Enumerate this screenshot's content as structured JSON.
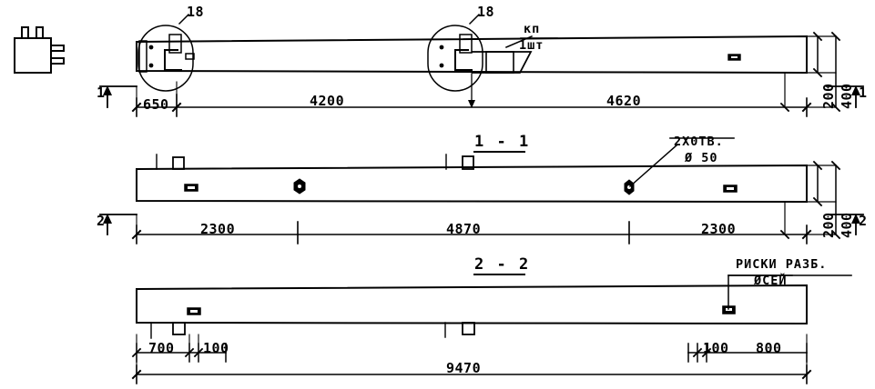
{
  "drawing": {
    "title": "Reinforced concrete beam — three views with dimensions",
    "line_color": "#000000",
    "background_color": "#ffffff"
  },
  "end_view_icon": {
    "name": "beam-end-view-pictogram"
  },
  "views": [
    {
      "id": "view-top",
      "section_label": "1 - 1",
      "detail_callouts": [
        {
          "id": "detail-left",
          "label": "18"
        },
        {
          "id": "detail-right",
          "label": "18"
        }
      ],
      "annotations": [
        {
          "id": "kp-note",
          "line1": "кп",
          "line2": "1шт"
        }
      ],
      "dimensions": {
        "horizontal": [
          "650",
          "4200",
          "4620"
        ],
        "vertical": [
          "200",
          "400"
        ]
      },
      "section_marks": [
        "1",
        "1"
      ]
    },
    {
      "id": "view-middle",
      "section_label": "2 - 2",
      "annotations": [
        {
          "id": "hole-note",
          "line1": "2Х0ТВ.",
          "line2": "Ø 50"
        }
      ],
      "dimensions": {
        "horizontal": [
          "2300",
          "4870",
          "2300"
        ],
        "vertical": [
          "200",
          "400"
        ]
      },
      "section_marks": [
        "2",
        "2"
      ]
    },
    {
      "id": "view-bottom",
      "annotations": [
        {
          "id": "risks-note",
          "line1": "РИСКИ РАЗБ.",
          "line2": "ØСЕЙ"
        }
      ],
      "dimensions": {
        "horizontal": [
          "700",
          "100",
          "100",
          "800"
        ],
        "overall": "9470"
      }
    }
  ],
  "labels": {
    "d18_left": "18",
    "d18_right": "18",
    "kp_l1": "кп",
    "kp_l2": "1шт",
    "sec11": "1 - 1",
    "sec22": "2 - 2",
    "holes_l1": "2Х0ТВ.",
    "holes_l2": "Ø 50",
    "risks_l1": "РИСКИ РАЗБ.",
    "risks_l2": "ØСЕЙ",
    "d650": "650",
    "d4200": "4200",
    "d4620": "4620",
    "d200_top": "200",
    "d400_top": "400",
    "mark1_left": "1",
    "mark1_right": "1",
    "d2300_left": "2300",
    "d4870": "4870",
    "d2300_right": "2300",
    "d200_mid": "200",
    "d400_mid": "400",
    "mark2_left": "2",
    "mark2_right": "2",
    "d700": "700",
    "d100_left": "100",
    "d100_right": "100",
    "d800": "800",
    "d9470": "9470"
  }
}
